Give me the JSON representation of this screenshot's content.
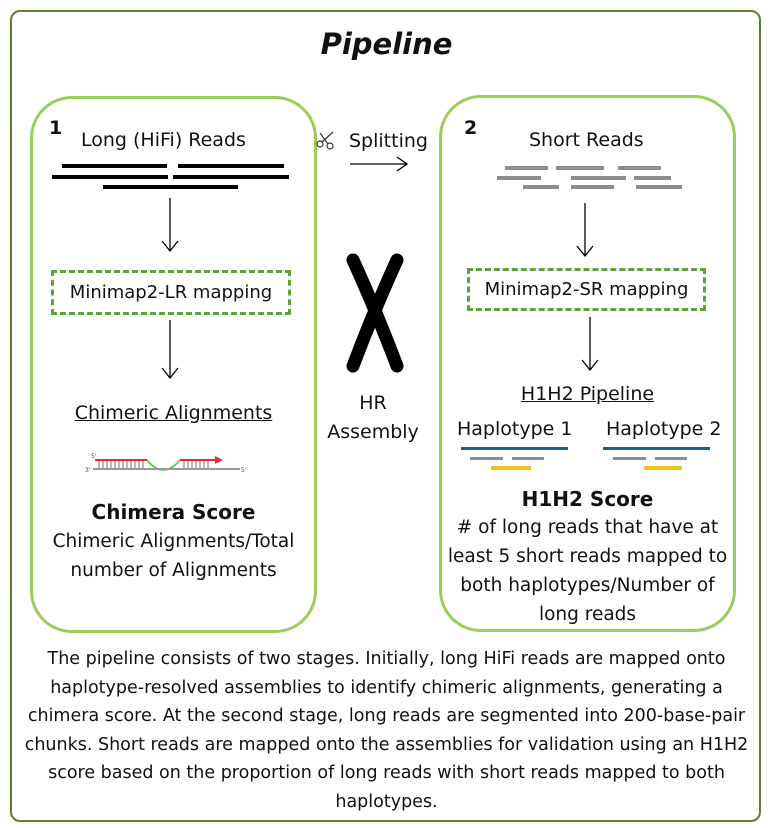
{
  "title": "Pipeline",
  "stage1": {
    "number": "1",
    "reads_label": "Long (HiFi) Reads",
    "mapping_label": "Minimap2-LR mapping",
    "alignments_label": "Chimeric Alignments",
    "score_title": "Chimera Score",
    "score_description": "Chimeric Alignments/Total number of Alignments"
  },
  "middle": {
    "splitting_label": "Splitting",
    "hr_assembly_line1": "HR",
    "hr_assembly_line2": "Assembly"
  },
  "stage2": {
    "number": "2",
    "reads_label": "Short Reads",
    "mapping_label": "Minimap2-SR mapping",
    "pipeline_label": "H1H2 Pipeline",
    "haplotype1_label": "Haplotype 1",
    "haplotype2_label": "Haplotype 2",
    "score_title": "H1H2 Score",
    "score_description": "# of long reads that have at least 5 short reads mapped to both haplotypes/Number of long reads"
  },
  "caption": "The pipeline consists of two stages. Initially, long HiFi reads are mapped onto haplotype-resolved assemblies to identify chimeric alignments, generating a chimera score.  At the second stage, long reads are segmented into 200-base-pair chunks. Short reads are mapped onto the assemblies for validation using an H1H2 score based on the proportion of long reads with short reads mapped to both haplotypes.",
  "colors": {
    "frame": "#5f7f33",
    "panel_border": "#9ccc5a",
    "dashed_border": "#5ca33a",
    "short_read": "#8c8c8c",
    "haplotype_line": "#1f5f7a",
    "mapped_read": "#f0c020",
    "chimera_red": "#e03030",
    "chimera_green": "#3cc83c"
  },
  "icons": [
    "scissors-icon",
    "chromosome-icon",
    "chimeric-alignment-icon"
  ]
}
